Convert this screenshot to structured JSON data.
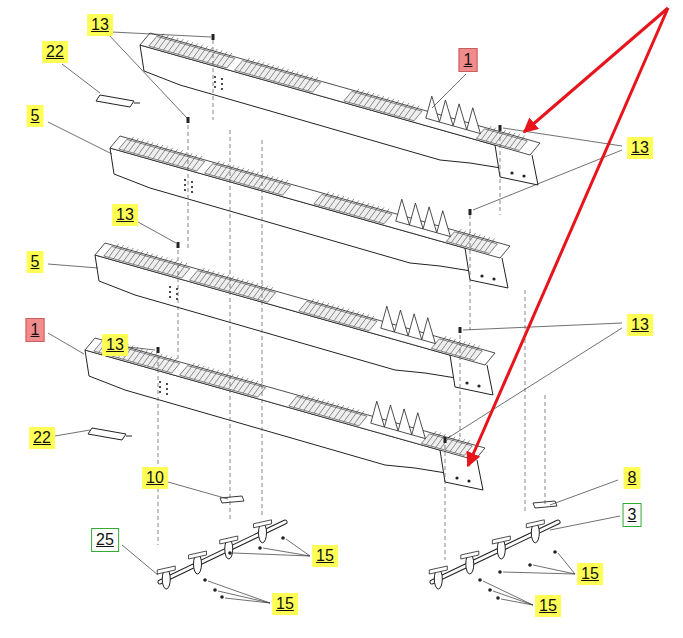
{
  "diagram": {
    "labels": [
      "13",
      "22",
      "1",
      "5",
      "13",
      "13",
      "5",
      "13",
      "13",
      "1",
      "22",
      "10",
      "8",
      "3",
      "25",
      "15",
      "15",
      "15",
      "15"
    ]
  }
}
